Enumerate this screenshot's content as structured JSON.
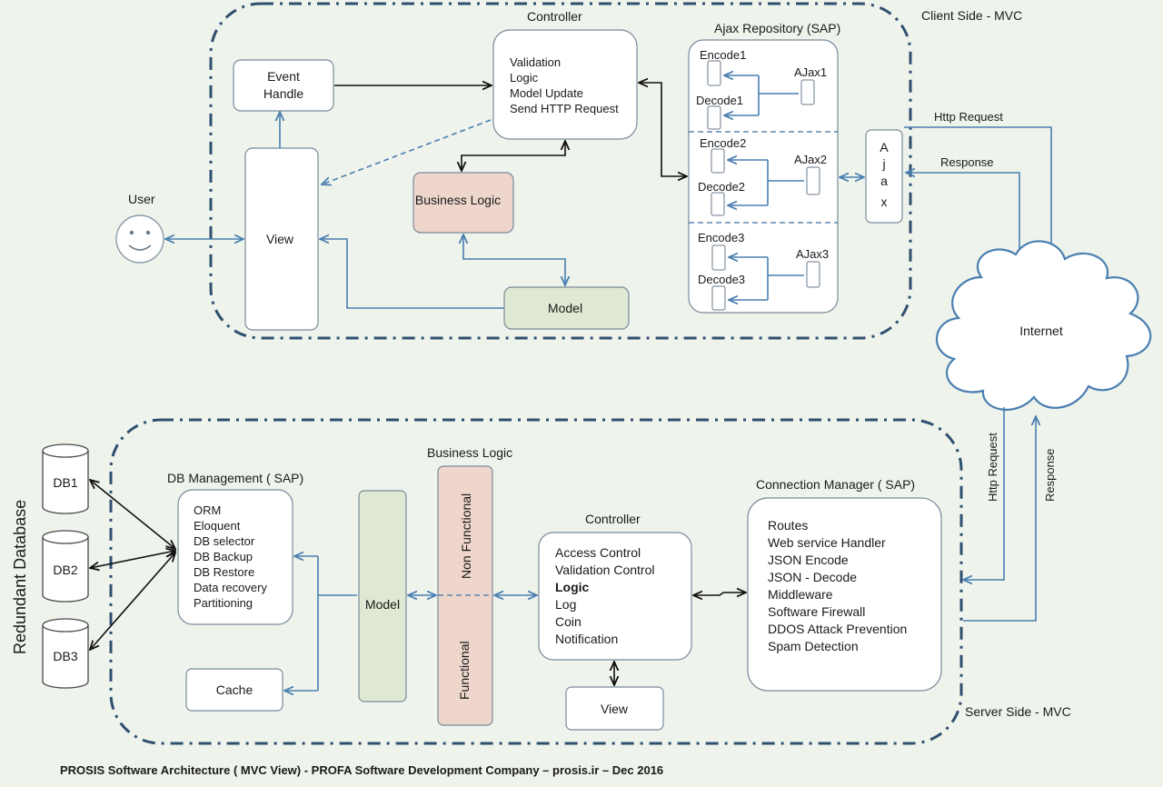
{
  "client": {
    "region_label": "Client Side - MVC",
    "controller_title": "Controller",
    "controller_lines": [
      "Validation",
      "Logic",
      "Model Update",
      "Send HTTP Request"
    ],
    "event_handle_lines": [
      "Event",
      "Handle"
    ],
    "view_label": "View",
    "business_logic_label": "Business Logic",
    "model_label": "Model",
    "user_label": "User",
    "ajax_repo_title": "Ajax Repository (SAP)",
    "ajax_groups": [
      {
        "encode": "Encode1",
        "decode": "Decode1",
        "ajax": "AJax1"
      },
      {
        "encode": "Encode2",
        "decode": "Decode2",
        "ajax": "AJax2"
      },
      {
        "encode": "Encode3",
        "decode": "Decode3",
        "ajax": "AJax3"
      }
    ],
    "ajax_letters": [
      "A",
      "j",
      "a",
      "x"
    ]
  },
  "network": {
    "internet_label": "Internet",
    "http_request_top": "Http Request",
    "response_top": "Response",
    "http_request_bottom": "Http Request",
    "response_bottom": "Response"
  },
  "server": {
    "region_label": "Server Side - MVC",
    "redundant_db_label": "Redundant Database",
    "databases": [
      "DB1",
      "DB2",
      "DB3"
    ],
    "db_mgmt_title": "DB Management ( SAP)",
    "db_mgmt_items": [
      "ORM",
      "Eloquent",
      "DB selector",
      "DB Backup",
      "DB Restore",
      "Data recovery",
      "Partitioning"
    ],
    "cache_label": "Cache",
    "model_label": "Model",
    "business_logic_title": "Business Logic",
    "non_functional_label": "Non Functional",
    "functional_label": "Functional",
    "controller_title": "Controller",
    "controller_items": [
      "Access Control",
      "Validation Control",
      "Logic",
      "Log",
      "Coin",
      "Notification"
    ],
    "view_label": "View",
    "conn_mgr_title": "Connection Manager ( SAP)",
    "conn_mgr_items": [
      "Routes",
      "Web service Handler",
      "JSON Encode",
      "JSON - Decode",
      "Middleware",
      "Software Firewall",
      "DDOS Attack Prevention",
      "Spam Detection"
    ]
  },
  "footer": {
    "caption": "PROSIS Software Architecture ( MVC View)  - PROFA Software Development Company – prosis.ir – Dec 2016"
  },
  "colors": {
    "background": "#eef3ec",
    "region_border": "#2f4f6f",
    "arrow_blue": "#4a7fb0",
    "business_logic_fill": "#eed6cc",
    "model_fill": "#dfe8d2",
    "internet_text": "#b03a2e"
  }
}
